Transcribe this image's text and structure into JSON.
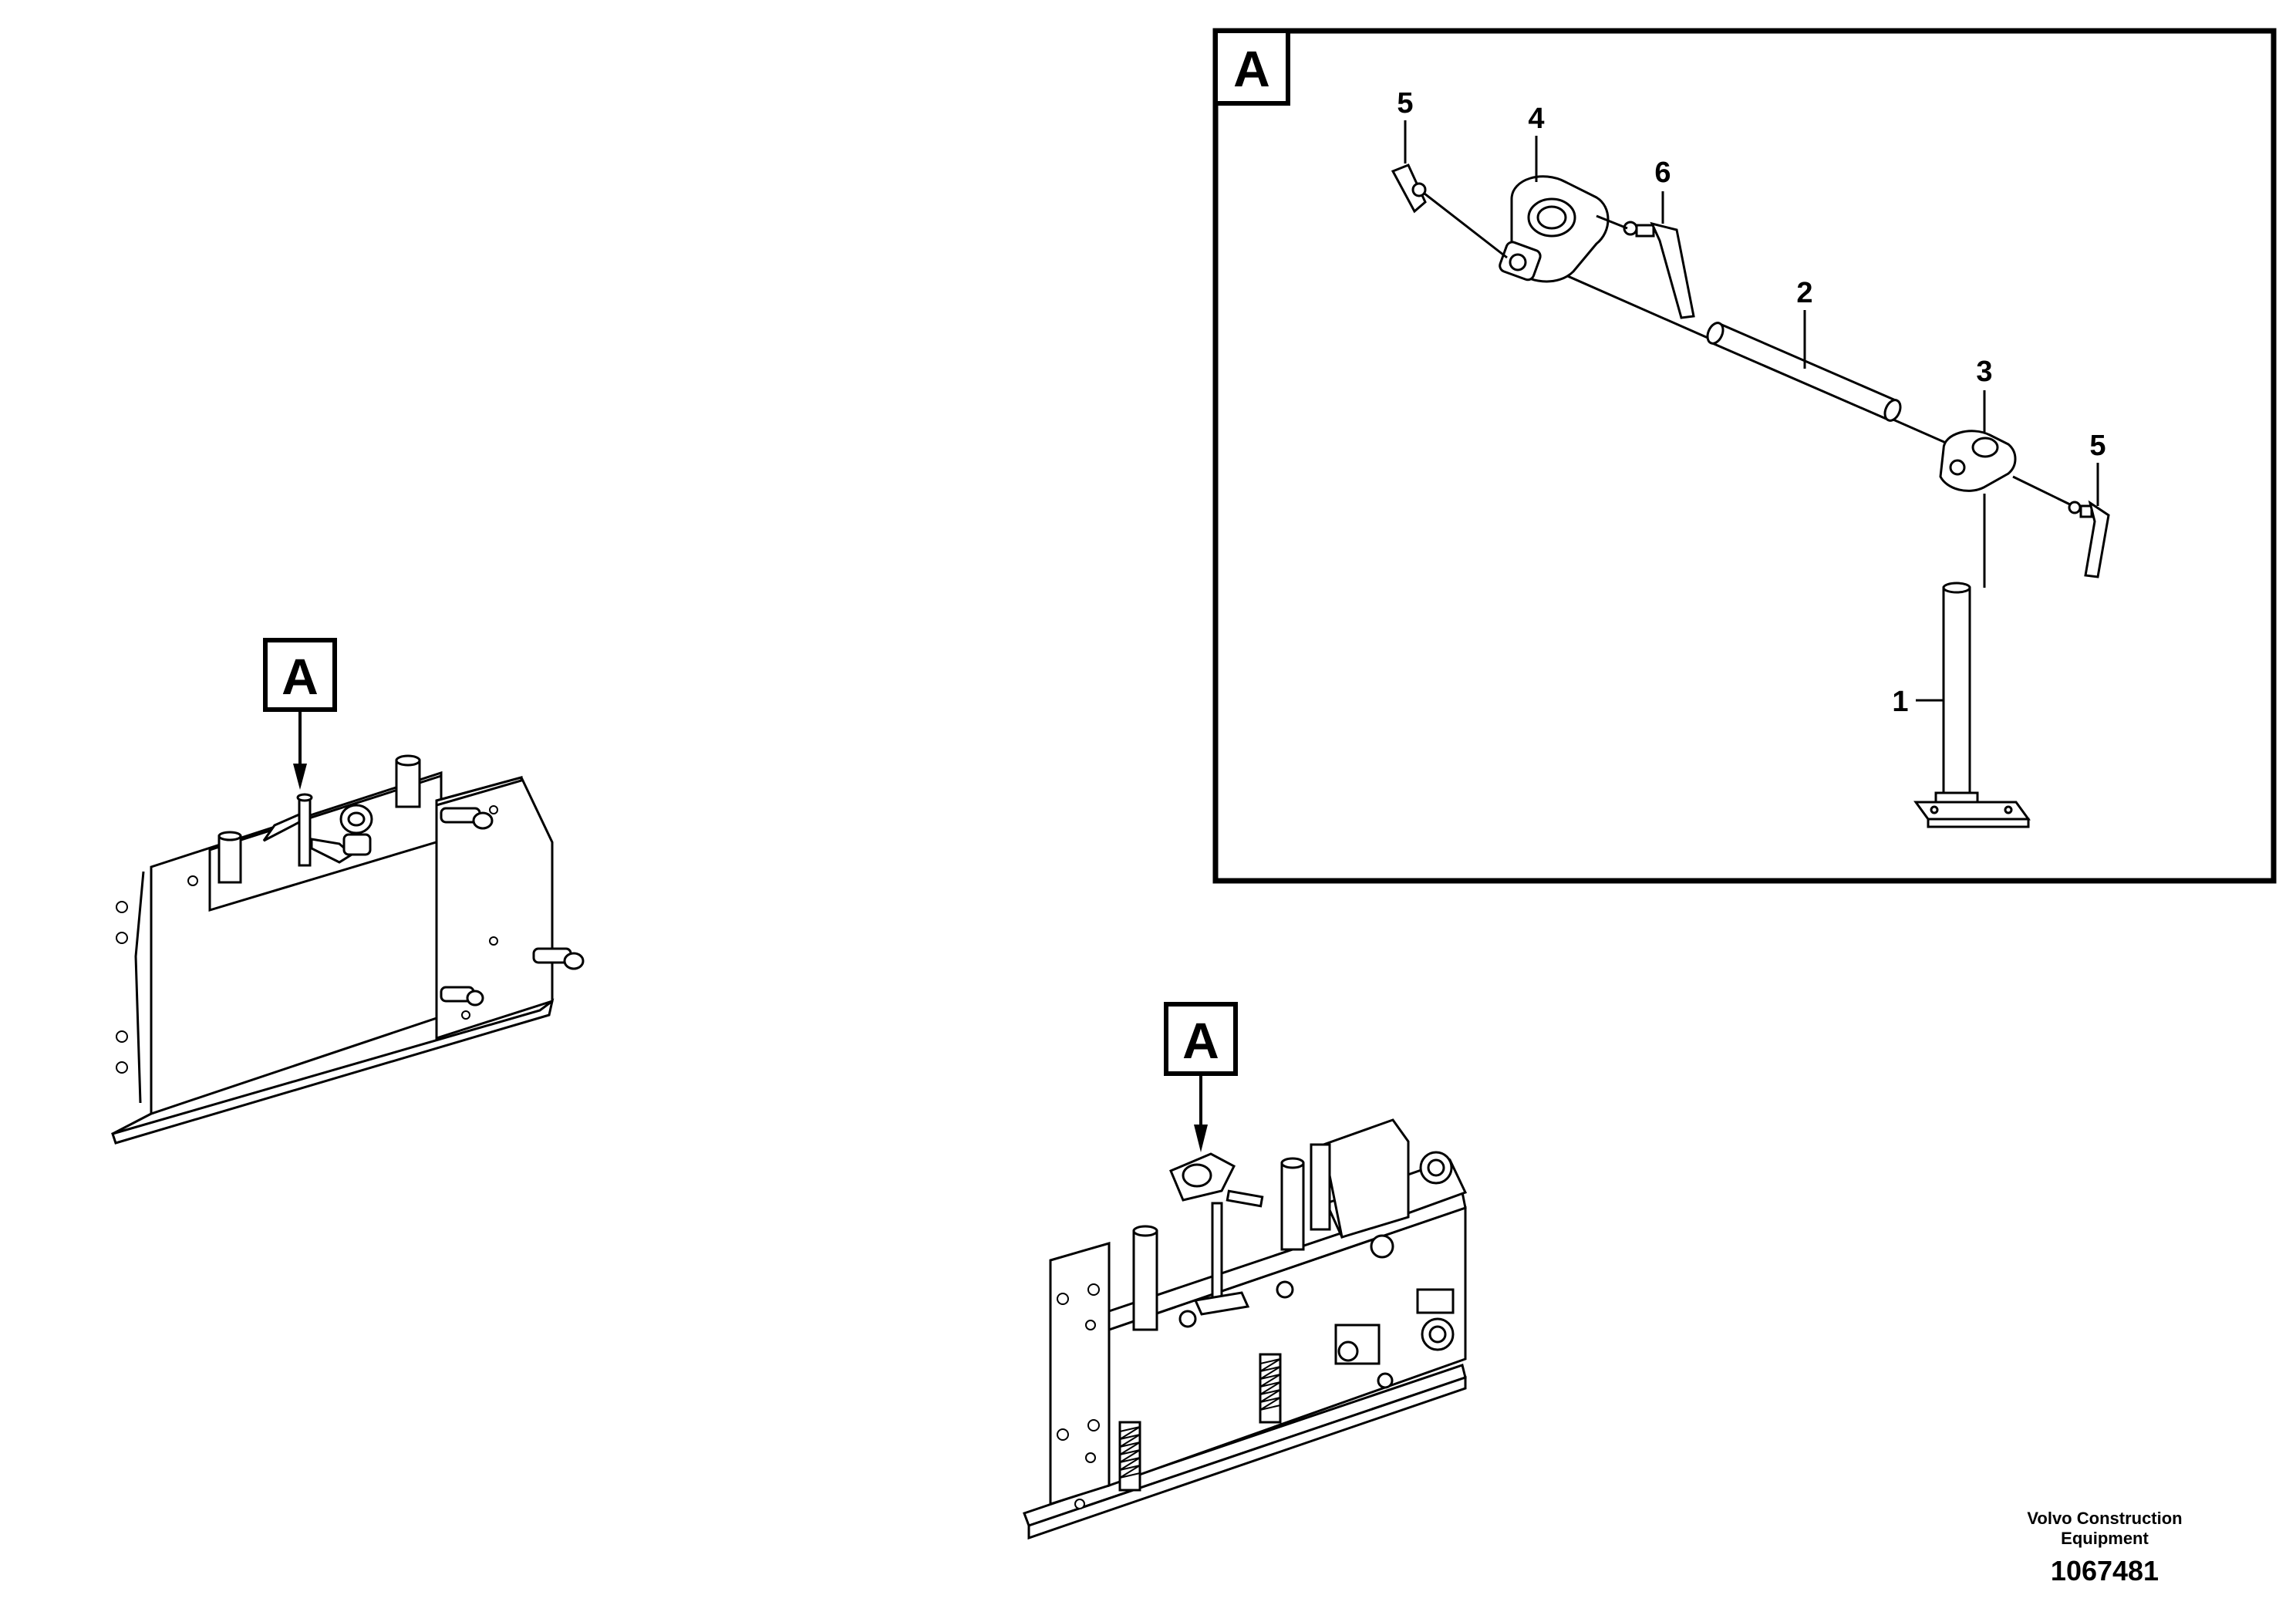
{
  "detail_view": {
    "label": "A",
    "callouts": {
      "item_1": "1",
      "item_2": "2",
      "item_3": "3",
      "item_4": "4",
      "item_5a": "5",
      "item_5b": "5",
      "item_6": "6"
    }
  },
  "overview_left": {
    "label": "A"
  },
  "overview_bottom": {
    "label": "A"
  },
  "footer": {
    "brand_line1": "Volvo Construction",
    "brand_line2": "Equipment",
    "drawing_number": "1067481"
  }
}
